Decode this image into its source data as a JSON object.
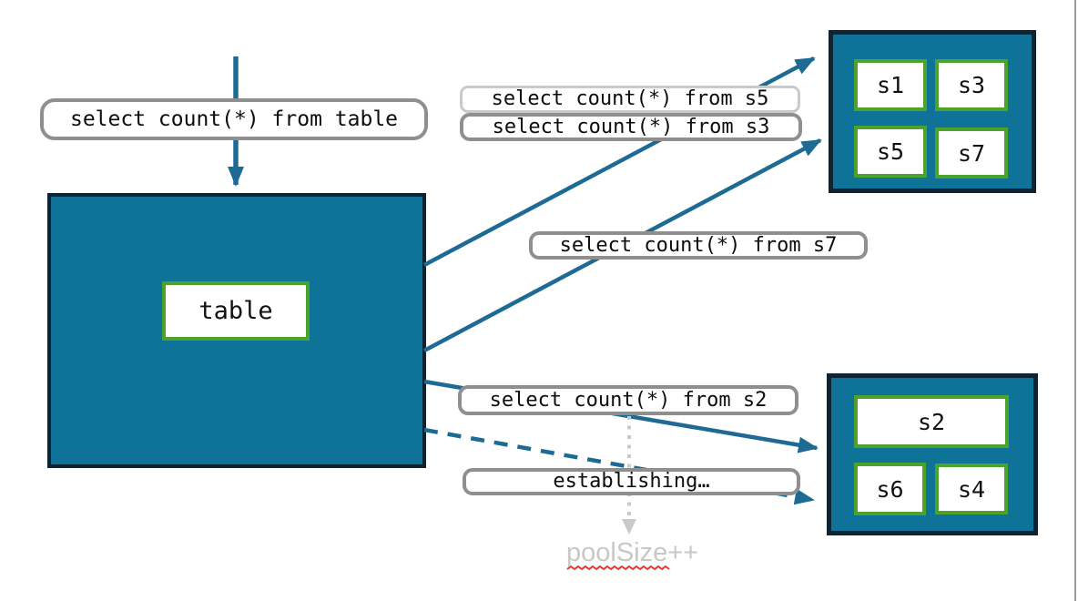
{
  "queries": {
    "from_table": "select count(*) from table",
    "from_s5": "select count(*) from s5",
    "from_s3": "select count(*) from s3",
    "from_s7": "select count(*) from s7",
    "from_s2": "select count(*) from s2",
    "establishing": "establishing…"
  },
  "main_table": {
    "label": "table"
  },
  "shard_group_top": {
    "shards": [
      "s1",
      "s3",
      "s5",
      "s7"
    ]
  },
  "shard_group_bottom": {
    "shards": [
      "s2",
      "s6",
      "s4"
    ]
  },
  "annotation": {
    "pool_size": "poolSize++"
  },
  "colors": {
    "teal_fill": "#0f7399",
    "dark_border": "#0e2433",
    "green_border": "#4ba32b",
    "arrow_teal": "#1d6b94",
    "label_border_gray": "#8f8f8f",
    "label_border_light": "#c9c9c9",
    "muted_gray": "#c8c8c8",
    "spellcheck_red": "#e23c2e"
  }
}
